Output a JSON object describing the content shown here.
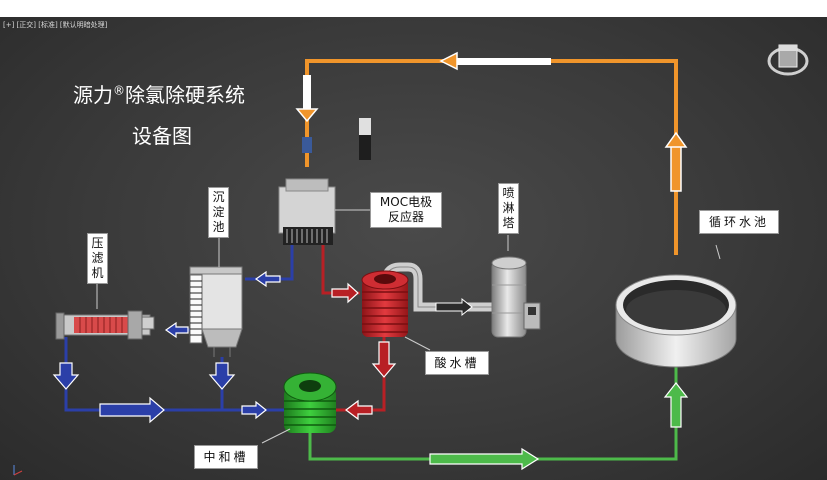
{
  "viewport": {
    "label": "[+] [正交] [标准] [默认明暗处理]"
  },
  "title": {
    "brand": "源力",
    "mark": "®",
    "line1_rest": "除氯除硬系统",
    "line2": "设备图"
  },
  "labels": {
    "moc_line1": "MOC电极",
    "moc_line2": "反应器",
    "sediment": [
      "沉",
      "淀",
      "池"
    ],
    "filter_press": [
      "压",
      "滤",
      "机"
    ],
    "spray_tower": [
      "喷",
      "淋",
      "塔"
    ],
    "circ_pool": "循环水池",
    "acid_tank": "酸水槽",
    "neutral_tank": "中和槽"
  },
  "colors": {
    "orange": "#f0952b",
    "blue": "#2b3fa8",
    "red": "#b82025",
    "green": "#4dba4a",
    "tank_green": "#2e9c2e",
    "tank_red": "#c0252b"
  }
}
